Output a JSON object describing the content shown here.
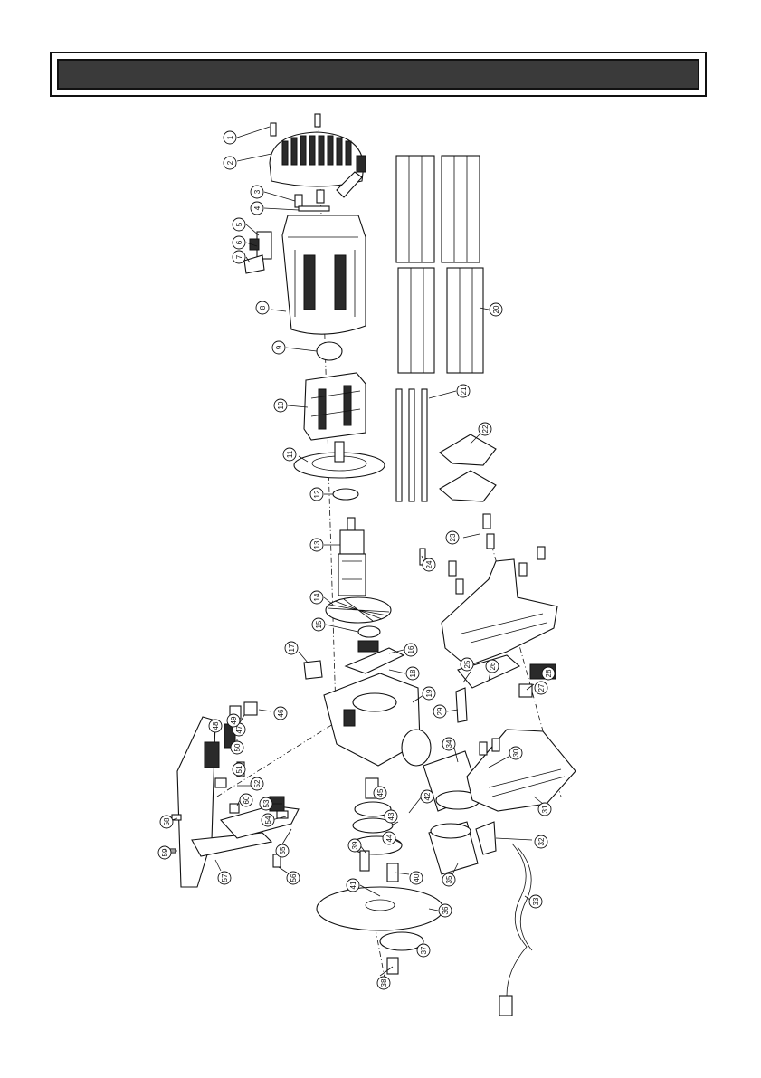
{
  "colors": {
    "header_fill": "#3a3a3a",
    "line": "#111111",
    "paper": "#ffffff"
  },
  "callouts": [
    {
      "id": "c1",
      "label": "1"
    },
    {
      "id": "c2",
      "label": "2"
    },
    {
      "id": "c3",
      "label": "3"
    },
    {
      "id": "c4",
      "label": "4"
    },
    {
      "id": "c5",
      "label": "5"
    },
    {
      "id": "c6",
      "label": "6"
    },
    {
      "id": "c7",
      "label": "7"
    },
    {
      "id": "c8",
      "label": "8"
    },
    {
      "id": "c9",
      "label": "9"
    },
    {
      "id": "c10",
      "label": "10"
    },
    {
      "id": "c11",
      "label": "11"
    },
    {
      "id": "c12",
      "label": "12"
    },
    {
      "id": "c13",
      "label": "13"
    },
    {
      "id": "c14",
      "label": "14"
    },
    {
      "id": "c15",
      "label": "15"
    },
    {
      "id": "c16",
      "label": "16"
    },
    {
      "id": "c17",
      "label": "17"
    },
    {
      "id": "c18",
      "label": "18"
    },
    {
      "id": "c19",
      "label": "19"
    },
    {
      "id": "c20",
      "label": "20"
    },
    {
      "id": "c21",
      "label": "21"
    },
    {
      "id": "c22",
      "label": "22"
    },
    {
      "id": "c23",
      "label": "23"
    },
    {
      "id": "c24",
      "label": "24"
    },
    {
      "id": "c25",
      "label": "25"
    },
    {
      "id": "c26",
      "label": "26"
    },
    {
      "id": "c27",
      "label": "27"
    },
    {
      "id": "c28",
      "label": "28"
    },
    {
      "id": "c29",
      "label": "29"
    },
    {
      "id": "c30",
      "label": "30"
    },
    {
      "id": "c31",
      "label": "31"
    },
    {
      "id": "c32",
      "label": "32"
    },
    {
      "id": "c33",
      "label": "33"
    },
    {
      "id": "c34",
      "label": "34"
    },
    {
      "id": "c35",
      "label": "35"
    },
    {
      "id": "c36",
      "label": "36"
    },
    {
      "id": "c37",
      "label": "37"
    },
    {
      "id": "c38",
      "label": "38"
    },
    {
      "id": "c39",
      "label": "39"
    },
    {
      "id": "c40",
      "label": "40"
    },
    {
      "id": "c41",
      "label": "41"
    },
    {
      "id": "c42",
      "label": "42"
    },
    {
      "id": "c43",
      "label": "43"
    },
    {
      "id": "c44",
      "label": "44"
    },
    {
      "id": "c45",
      "label": "45"
    },
    {
      "id": "c46",
      "label": "46"
    },
    {
      "id": "c47",
      "label": "47"
    },
    {
      "id": "c48",
      "label": "48"
    },
    {
      "id": "c49",
      "label": "49"
    },
    {
      "id": "c50",
      "label": "50"
    },
    {
      "id": "c51",
      "label": "51"
    },
    {
      "id": "c52",
      "label": "52"
    },
    {
      "id": "c53",
      "label": "53"
    },
    {
      "id": "c54",
      "label": "54"
    },
    {
      "id": "c55",
      "label": "55"
    },
    {
      "id": "c56",
      "label": "56"
    },
    {
      "id": "c57",
      "label": "57"
    },
    {
      "id": "c58",
      "label": "58"
    },
    {
      "id": "c59",
      "label": "59"
    },
    {
      "id": "c60",
      "label": "60"
    }
  ]
}
